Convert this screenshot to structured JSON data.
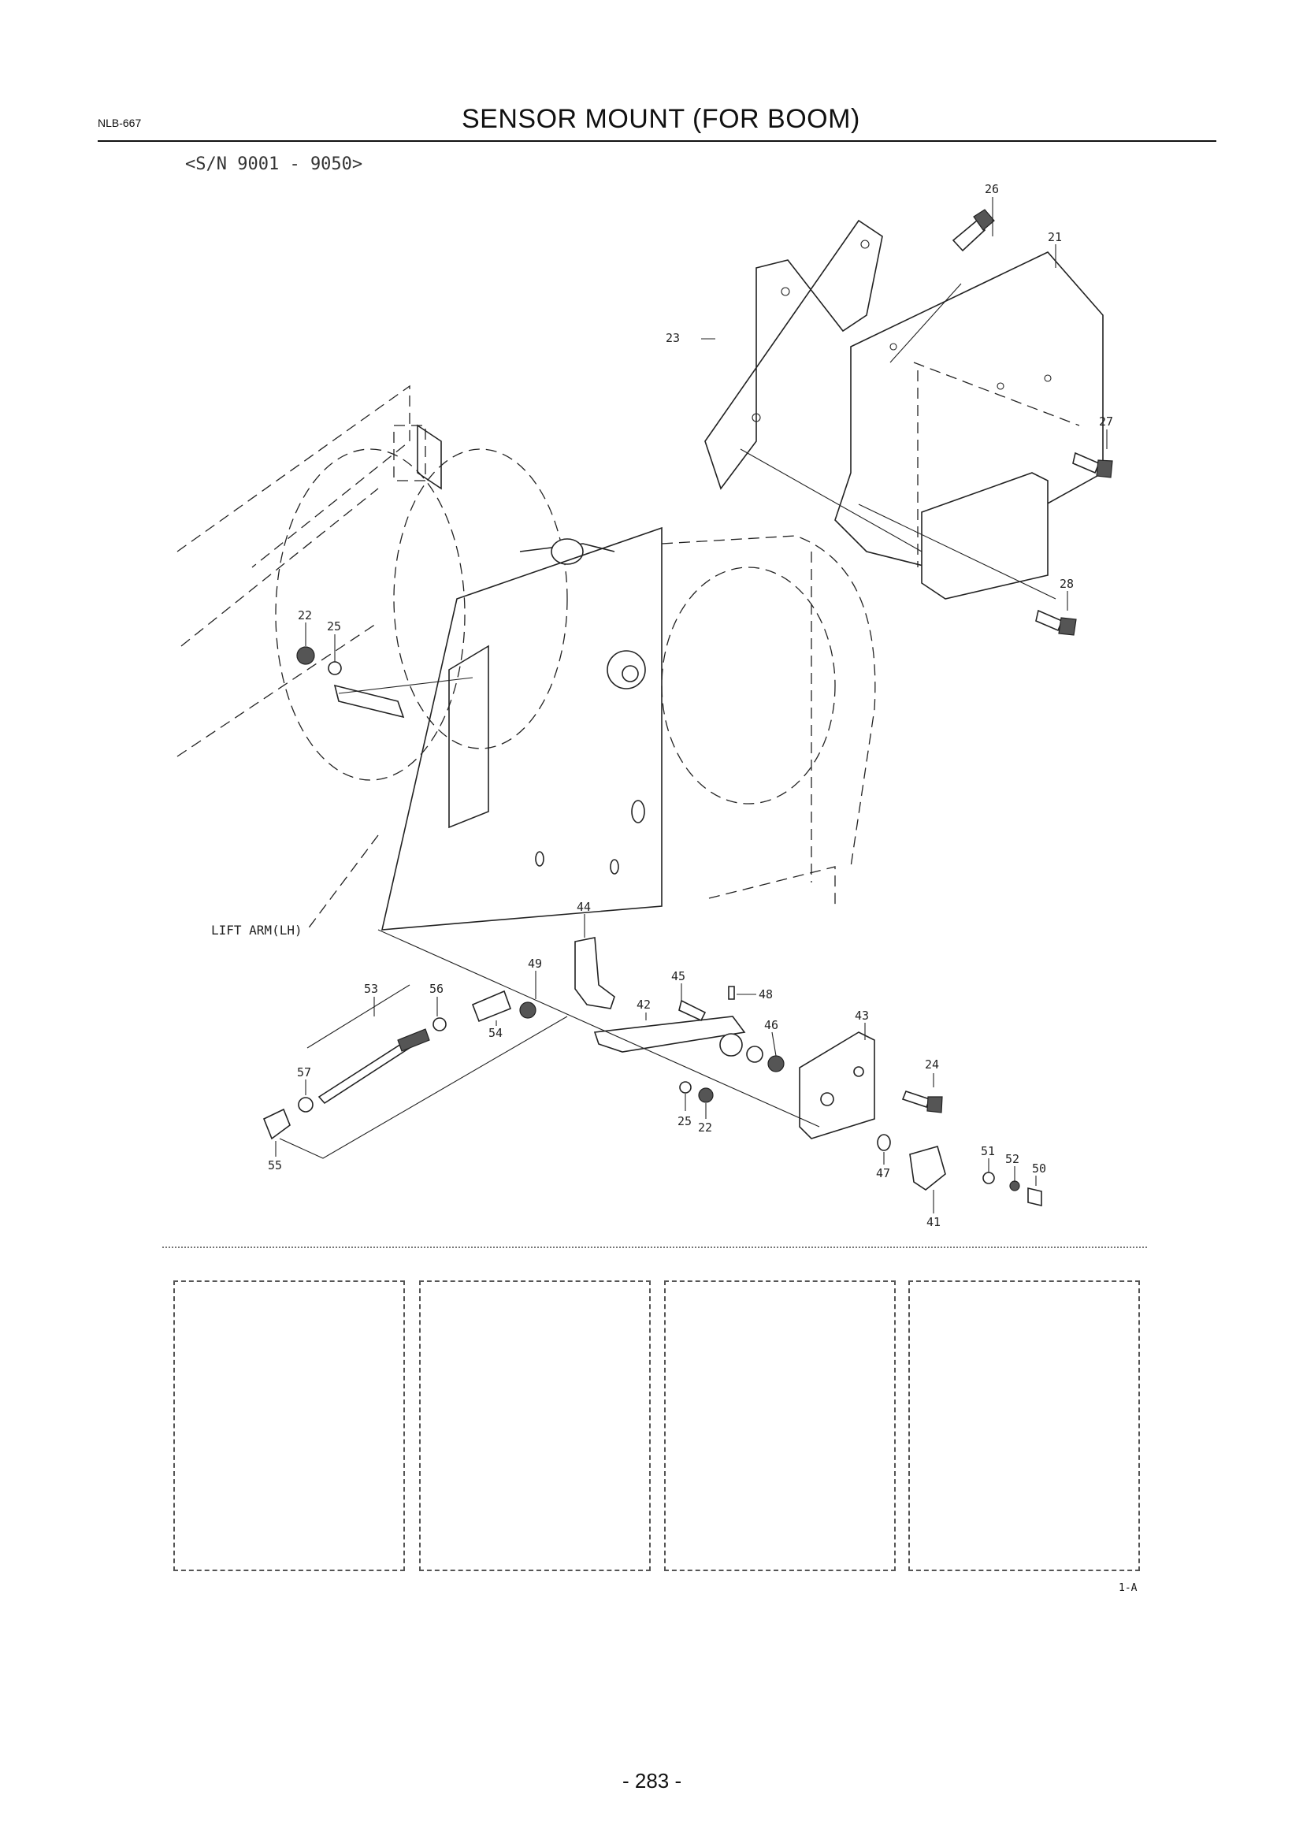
{
  "header": {
    "doc_code": "NLB-667",
    "title": "SENSOR MOUNT (FOR BOOM)",
    "serial_range": "<S/N 9001 - 9050>"
  },
  "diagram": {
    "callouts": [
      "26",
      "21",
      "23",
      "27",
      "28",
      "22",
      "25",
      "44",
      "49",
      "53",
      "56",
      "45",
      "42",
      "48",
      "46",
      "43",
      "54",
      "57",
      "24",
      "25",
      "22",
      "47",
      "51",
      "52",
      "50",
      "41",
      "55"
    ],
    "arm_label": "LIFT ARM(LH)"
  },
  "note_boxes": [
    "",
    "",
    "",
    ""
  ],
  "footer": {
    "figure_ref": "1-A",
    "page_number": "- 283 -"
  }
}
